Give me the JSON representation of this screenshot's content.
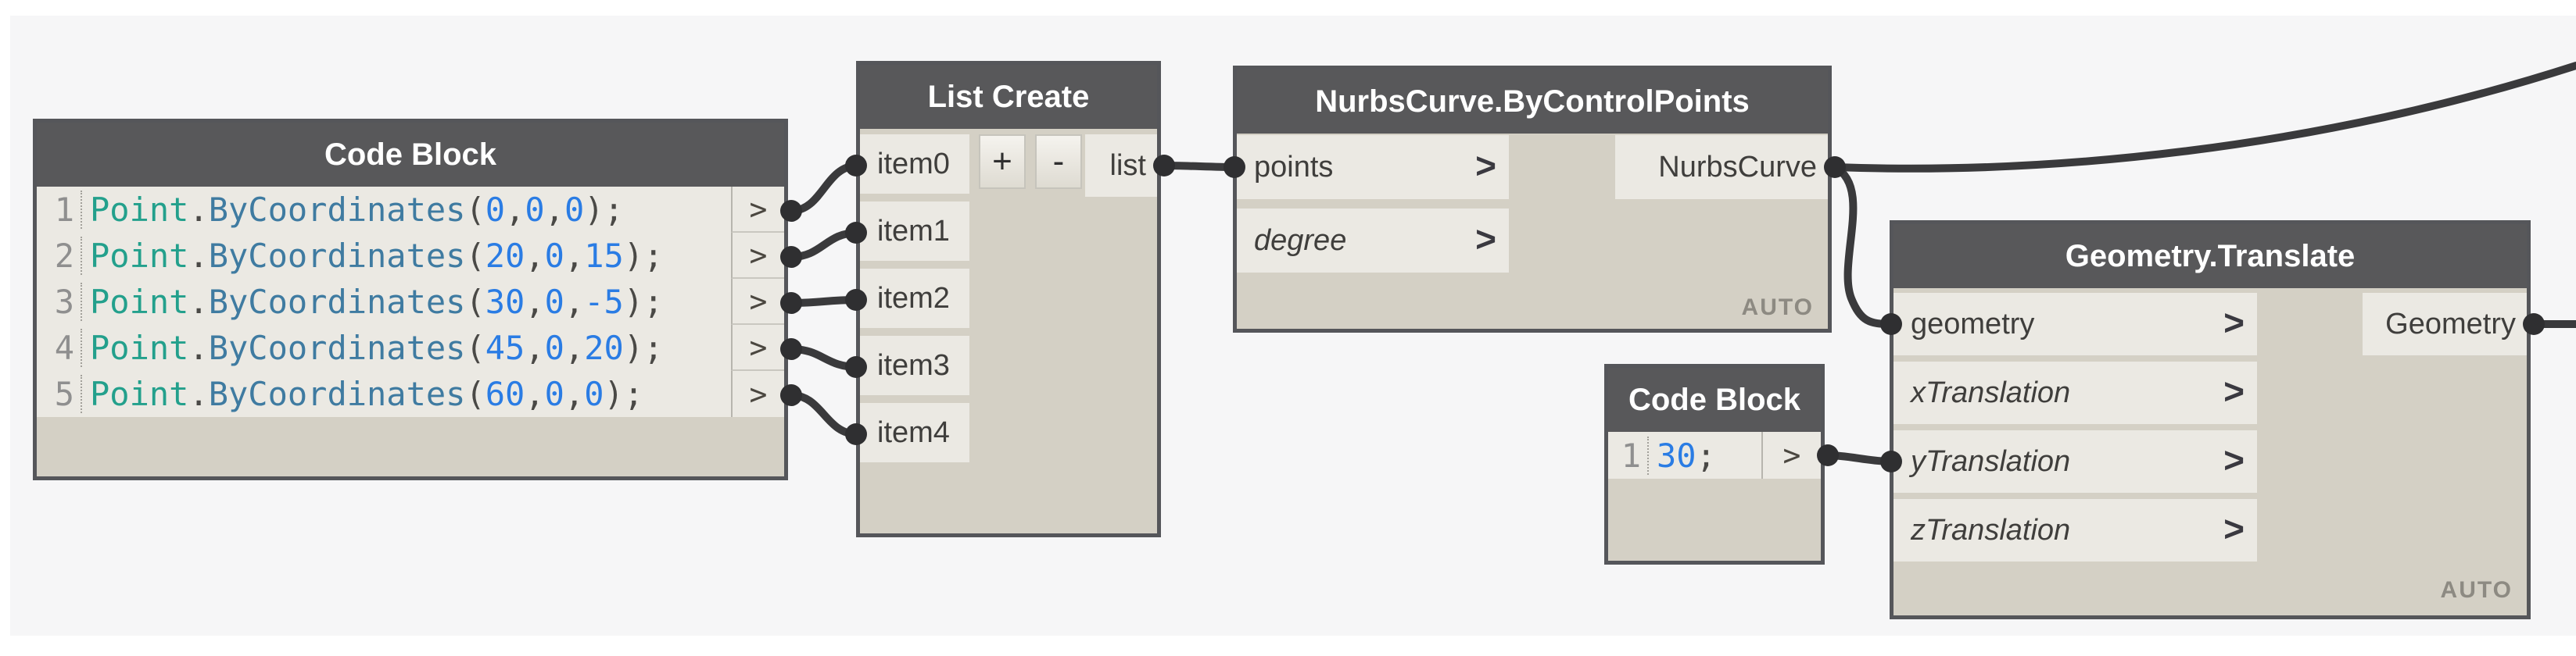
{
  "colors": {
    "canvas_bg": "#f6f6f7",
    "node_body": "#d4d0c5",
    "node_header": "#58585a",
    "node_border": "#55565a",
    "port_box": "#ebe9e3",
    "wire": "#3a3a3c",
    "syntax_class": "#23a08c",
    "syntax_method": "#3f7ba1",
    "syntax_number": "#2a7ce4",
    "syntax_plain": "#4a4946"
  },
  "icons": {
    "chevron": ">",
    "port_glyph": ">"
  },
  "nodes": {
    "code_block_1": {
      "title": "Code Block",
      "lines": [
        {
          "num": "1",
          "tokens": [
            {
              "t": "Point",
              "c": "cls"
            },
            {
              "t": ".",
              "c": "pln"
            },
            {
              "t": "ByCoordinates",
              "c": "mth"
            },
            {
              "t": "(",
              "c": "pln"
            },
            {
              "t": "0",
              "c": "num"
            },
            {
              "t": ",",
              "c": "pln"
            },
            {
              "t": "0",
              "c": "num"
            },
            {
              "t": ",",
              "c": "pln"
            },
            {
              "t": "0",
              "c": "num"
            },
            {
              "t": ");",
              "c": "pln"
            }
          ]
        },
        {
          "num": "2",
          "tokens": [
            {
              "t": "Point",
              "c": "cls"
            },
            {
              "t": ".",
              "c": "pln"
            },
            {
              "t": "ByCoordinates",
              "c": "mth"
            },
            {
              "t": "(",
              "c": "pln"
            },
            {
              "t": "20",
              "c": "num"
            },
            {
              "t": ",",
              "c": "pln"
            },
            {
              "t": "0",
              "c": "num"
            },
            {
              "t": ",",
              "c": "pln"
            },
            {
              "t": "15",
              "c": "num"
            },
            {
              "t": ");",
              "c": "pln"
            }
          ]
        },
        {
          "num": "3",
          "tokens": [
            {
              "t": "Point",
              "c": "cls"
            },
            {
              "t": ".",
              "c": "pln"
            },
            {
              "t": "ByCoordinates",
              "c": "mth"
            },
            {
              "t": "(",
              "c": "pln"
            },
            {
              "t": "30",
              "c": "num"
            },
            {
              "t": ",",
              "c": "pln"
            },
            {
              "t": "0",
              "c": "num"
            },
            {
              "t": ",",
              "c": "pln"
            },
            {
              "t": "-5",
              "c": "num"
            },
            {
              "t": ");",
              "c": "pln"
            }
          ]
        },
        {
          "num": "4",
          "tokens": [
            {
              "t": "Point",
              "c": "cls"
            },
            {
              "t": ".",
              "c": "pln"
            },
            {
              "t": "ByCoordinates",
              "c": "mth"
            },
            {
              "t": "(",
              "c": "pln"
            },
            {
              "t": "45",
              "c": "num"
            },
            {
              "t": ",",
              "c": "pln"
            },
            {
              "t": "0",
              "c": "num"
            },
            {
              "t": ",",
              "c": "pln"
            },
            {
              "t": "20",
              "c": "num"
            },
            {
              "t": ");",
              "c": "pln"
            }
          ]
        },
        {
          "num": "5",
          "tokens": [
            {
              "t": "Point",
              "c": "cls"
            },
            {
              "t": ".",
              "c": "pln"
            },
            {
              "t": "ByCoordinates",
              "c": "mth"
            },
            {
              "t": "(",
              "c": "pln"
            },
            {
              "t": "60",
              "c": "num"
            },
            {
              "t": ",",
              "c": "pln"
            },
            {
              "t": "0",
              "c": "num"
            },
            {
              "t": ",",
              "c": "pln"
            },
            {
              "t": "0",
              "c": "num"
            },
            {
              "t": ");",
              "c": "pln"
            }
          ]
        }
      ]
    },
    "list_create": {
      "title": "List Create",
      "inputs": [
        "item0",
        "item1",
        "item2",
        "item3",
        "item4"
      ],
      "add_button": "+",
      "remove_button": "-",
      "output": "list"
    },
    "nurbs_curve": {
      "title": "NurbsCurve.ByControlPoints",
      "inputs": [
        {
          "label": "points",
          "italic": false
        },
        {
          "label": "degree",
          "italic": true
        }
      ],
      "output": "NurbsCurve",
      "lacing": "AUTO"
    },
    "code_block_2": {
      "title": "Code Block",
      "lines": [
        {
          "num": "1",
          "tokens": [
            {
              "t": "30",
              "c": "num"
            },
            {
              "t": ";",
              "c": "pln"
            }
          ]
        }
      ]
    },
    "geometry_translate": {
      "title": "Geometry.Translate",
      "inputs": [
        {
          "label": "geometry",
          "italic": false
        },
        {
          "label": "xTranslation",
          "italic": true
        },
        {
          "label": "yTranslation",
          "italic": true
        },
        {
          "label": "zTranslation",
          "italic": true
        }
      ],
      "output": "Geometry",
      "lacing": "AUTO"
    }
  }
}
